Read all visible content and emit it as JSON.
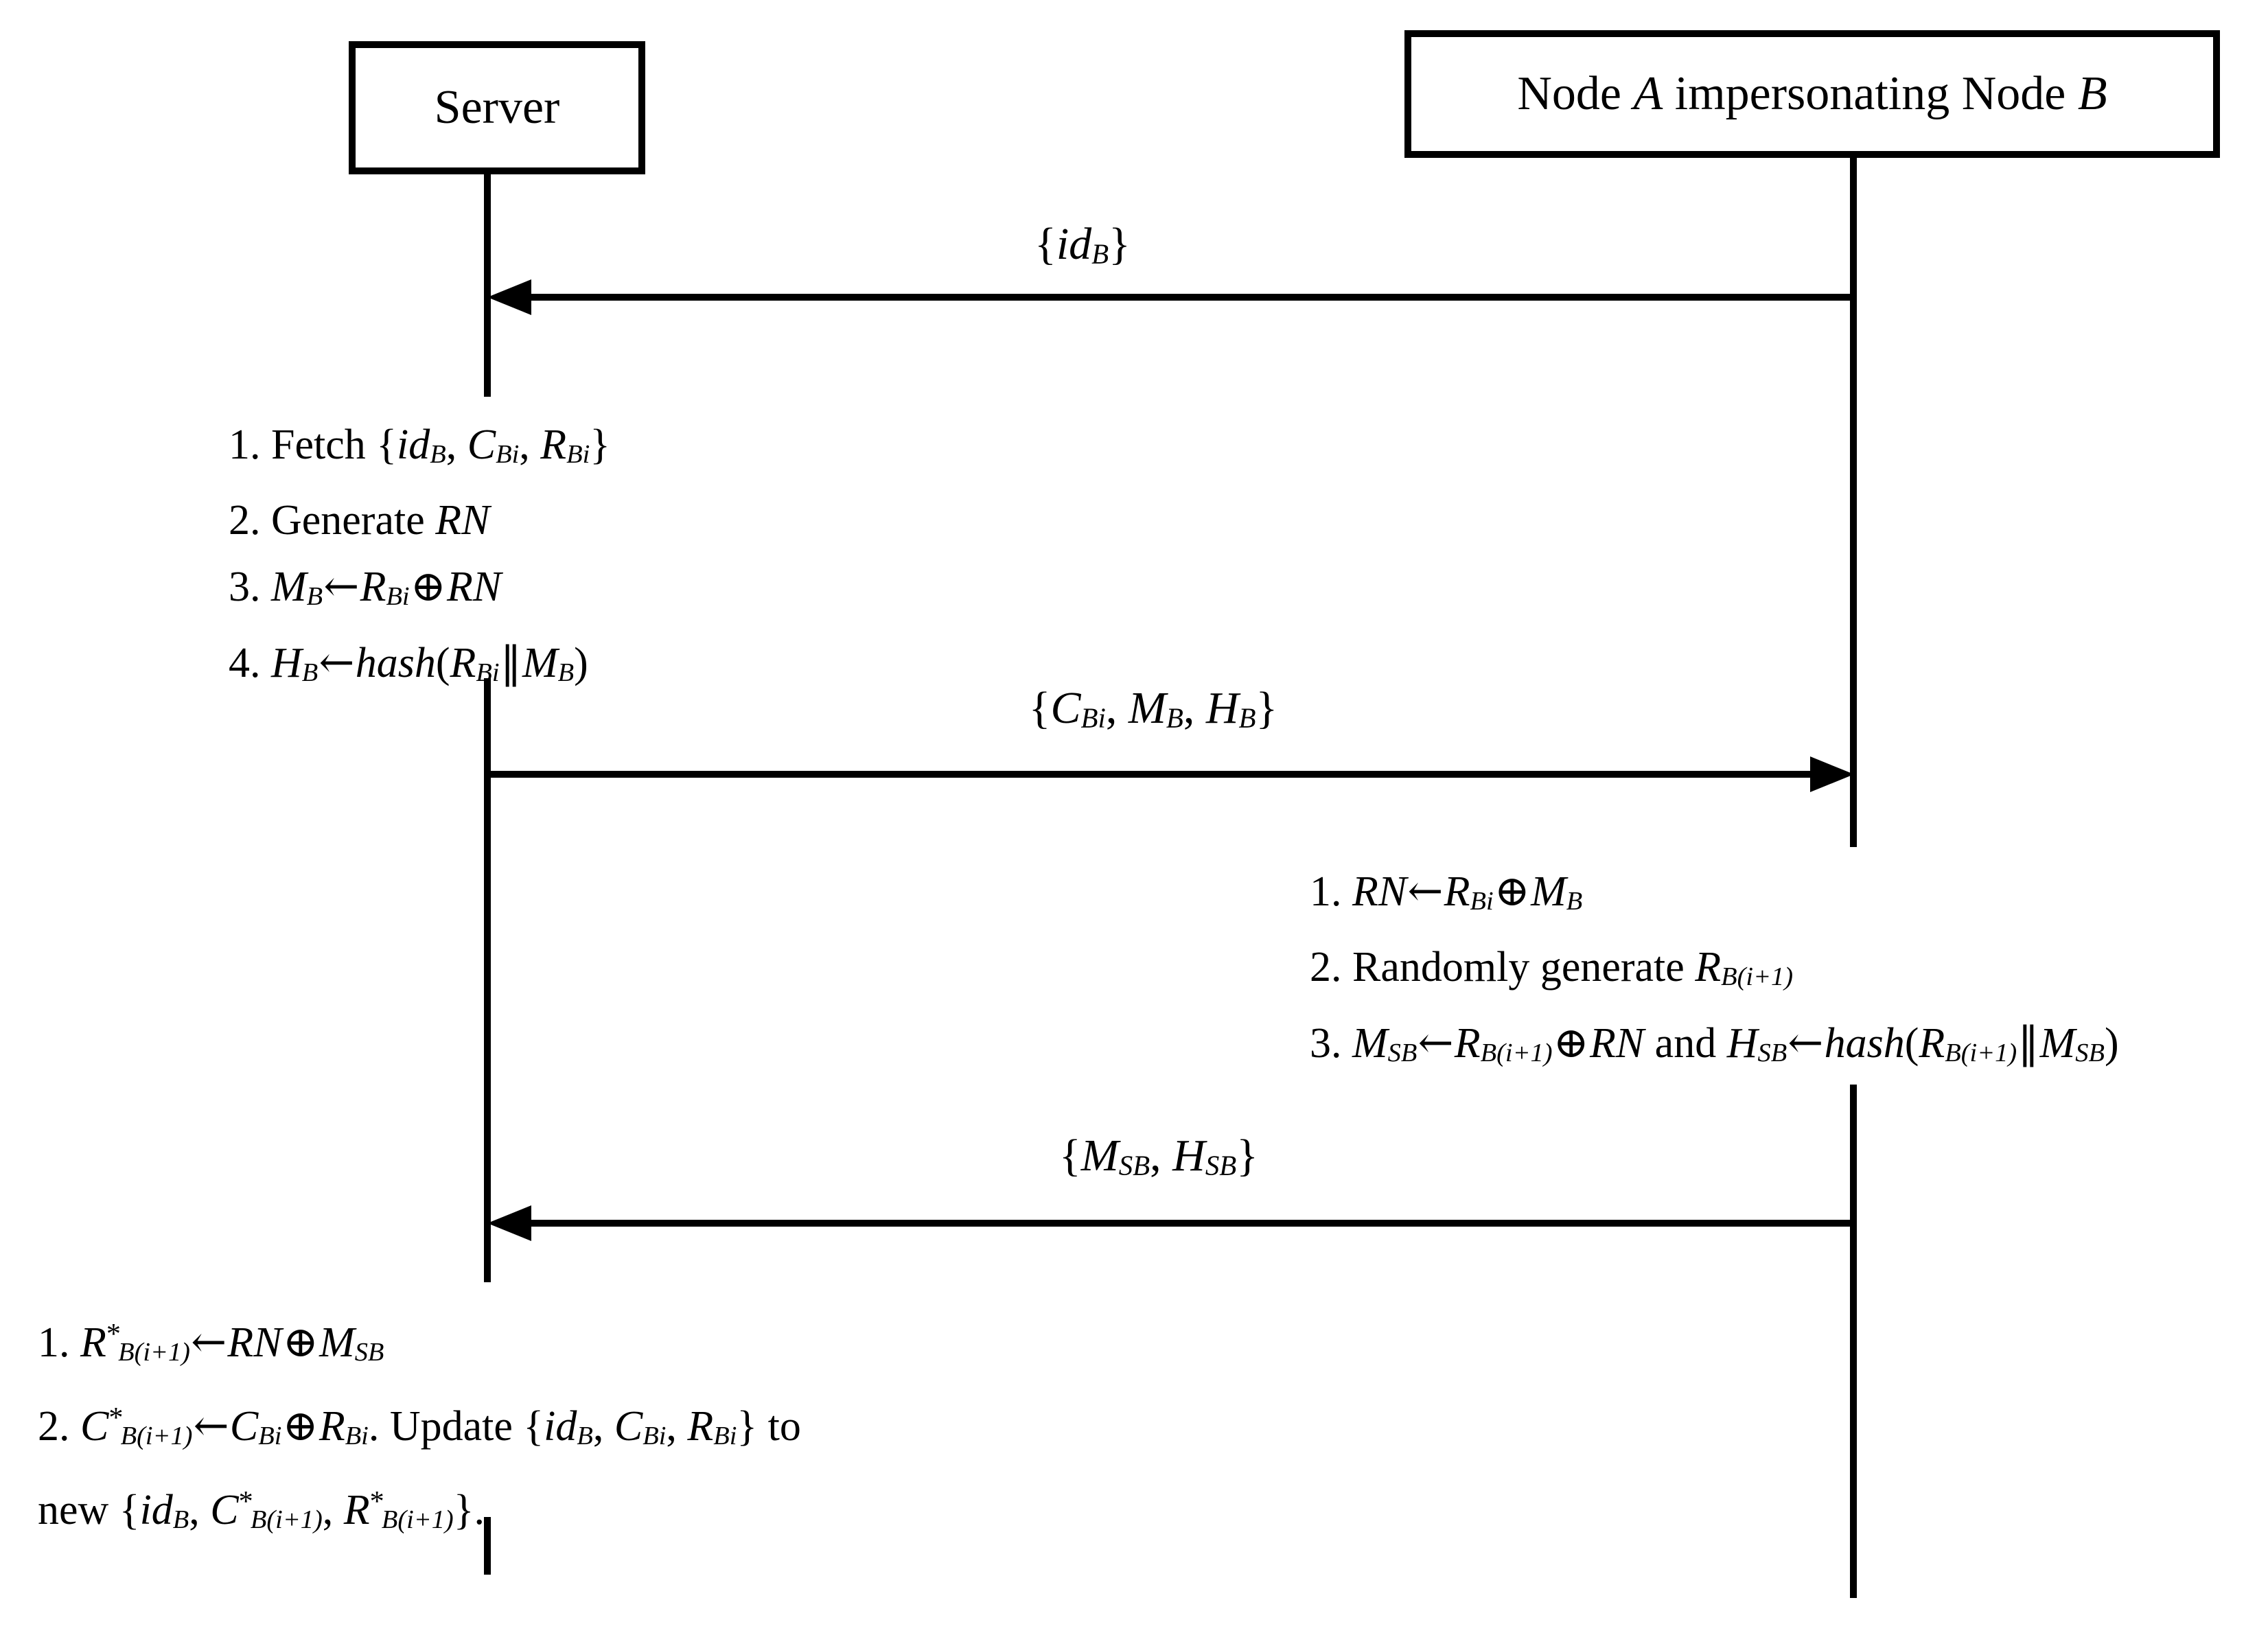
{
  "colors": {
    "ink": "#000000",
    "background": "#ffffff"
  },
  "actors": {
    "server": {
      "label": "Server"
    },
    "node": {
      "label_tokens": [
        {
          "t": "Node ",
          "s": "n"
        },
        {
          "t": "A",
          "s": "i"
        },
        {
          "t": " impersonating Node ",
          "s": "n"
        },
        {
          "t": "B",
          "s": "i"
        }
      ]
    }
  },
  "messages": [
    {
      "name": "id-message",
      "direction": "node-to-server",
      "label_tokens": [
        {
          "t": "{",
          "s": "n"
        },
        {
          "t": "id",
          "s": "i"
        },
        {
          "t": "B",
          "s": "sub"
        },
        {
          "t": "}",
          "s": "n"
        }
      ]
    },
    {
      "name": "challenge-message",
      "direction": "server-to-node",
      "label_tokens": [
        {
          "t": "{",
          "s": "n"
        },
        {
          "t": "C",
          "s": "i"
        },
        {
          "t": "Bi",
          "s": "sub"
        },
        {
          "t": ", ",
          "s": "n"
        },
        {
          "t": "M",
          "s": "i"
        },
        {
          "t": "B",
          "s": "sub"
        },
        {
          "t": ", ",
          "s": "n"
        },
        {
          "t": "H",
          "s": "i"
        },
        {
          "t": "B",
          "s": "sub"
        },
        {
          "t": "}",
          "s": "n"
        }
      ]
    },
    {
      "name": "response-message",
      "direction": "node-to-server",
      "label_tokens": [
        {
          "t": "{",
          "s": "n"
        },
        {
          "t": "M",
          "s": "i"
        },
        {
          "t": "SB",
          "s": "sub"
        },
        {
          "t": ", ",
          "s": "n"
        },
        {
          "t": "H",
          "s": "i"
        },
        {
          "t": "SB",
          "s": "sub"
        },
        {
          "t": "}",
          "s": "n"
        }
      ]
    }
  ],
  "server_steps": {
    "lines": [
      [
        {
          "t": "1. Fetch {",
          "s": "n"
        },
        {
          "t": "id",
          "s": "i"
        },
        {
          "t": "B",
          "s": "sub"
        },
        {
          "t": ", ",
          "s": "n"
        },
        {
          "t": "C",
          "s": "i"
        },
        {
          "t": "Bi",
          "s": "sub"
        },
        {
          "t": ", ",
          "s": "n"
        },
        {
          "t": "R",
          "s": "i"
        },
        {
          "t": "Bi",
          "s": "sub"
        },
        {
          "t": "}",
          "s": "n"
        }
      ],
      [
        {
          "t": "2. Generate ",
          "s": "n"
        },
        {
          "t": "RN",
          "s": "i"
        }
      ],
      [
        {
          "t": "3. ",
          "s": "n"
        },
        {
          "t": "M",
          "s": "i"
        },
        {
          "t": "B",
          "s": "sub"
        },
        {
          "t": "←",
          "s": "sym"
        },
        {
          "t": "R",
          "s": "i"
        },
        {
          "t": "Bi",
          "s": "sub"
        },
        {
          "t": "⊕",
          "s": "sym"
        },
        {
          "t": "RN",
          "s": "i"
        }
      ],
      [
        {
          "t": "4. ",
          "s": "n"
        },
        {
          "t": "H",
          "s": "i"
        },
        {
          "t": "B",
          "s": "sub"
        },
        {
          "t": "←",
          "s": "sym"
        },
        {
          "t": "hash",
          "s": "i"
        },
        {
          "t": "(",
          "s": "n"
        },
        {
          "t": "R",
          "s": "i"
        },
        {
          "t": "Bi",
          "s": "sub"
        },
        {
          "t": "‖",
          "s": "sym"
        },
        {
          "t": "M",
          "s": "i"
        },
        {
          "t": "B",
          "s": "sub"
        },
        {
          "t": ")",
          "s": "n"
        }
      ]
    ]
  },
  "node_steps": {
    "lines": [
      [
        {
          "t": "1. ",
          "s": "n"
        },
        {
          "t": "RN",
          "s": "i"
        },
        {
          "t": "←",
          "s": "sym"
        },
        {
          "t": "R",
          "s": "i"
        },
        {
          "t": "Bi",
          "s": "sub"
        },
        {
          "t": "⊕",
          "s": "sym"
        },
        {
          "t": "M",
          "s": "i"
        },
        {
          "t": "B",
          "s": "sub"
        }
      ],
      [
        {
          "t": "2. Randomly generate ",
          "s": "n"
        },
        {
          "t": "R",
          "s": "i"
        },
        {
          "t": "B(i+1)",
          "s": "sub"
        }
      ],
      [
        {
          "t": "3. ",
          "s": "n"
        },
        {
          "t": "M",
          "s": "i"
        },
        {
          "t": "SB",
          "s": "sub"
        },
        {
          "t": "←",
          "s": "sym"
        },
        {
          "t": "R",
          "s": "i"
        },
        {
          "t": "B(i+1)",
          "s": "sub"
        },
        {
          "t": "⊕",
          "s": "sym"
        },
        {
          "t": "RN",
          "s": "i"
        },
        {
          "t": " and ",
          "s": "n"
        },
        {
          "t": "H",
          "s": "i"
        },
        {
          "t": "SB",
          "s": "sub"
        },
        {
          "t": "←",
          "s": "sym"
        },
        {
          "t": "hash",
          "s": "i"
        },
        {
          "t": "(",
          "s": "n"
        },
        {
          "t": "R",
          "s": "i"
        },
        {
          "t": "B(i+1)",
          "s": "sub"
        },
        {
          "t": "‖",
          "s": "sym"
        },
        {
          "t": "M",
          "s": "i"
        },
        {
          "t": "SB",
          "s": "sub"
        },
        {
          "t": ")",
          "s": "n"
        }
      ]
    ]
  },
  "update_steps": {
    "lines": [
      [
        {
          "t": "1. ",
          "s": "n"
        },
        {
          "t": "R",
          "s": "i"
        },
        {
          "t": "*",
          "s": "sup"
        },
        {
          "t": "B(i+1)",
          "s": "sub"
        },
        {
          "t": "←",
          "s": "sym"
        },
        {
          "t": "RN",
          "s": "i"
        },
        {
          "t": "⊕",
          "s": "sym"
        },
        {
          "t": "M",
          "s": "i"
        },
        {
          "t": "SB",
          "s": "sub"
        }
      ],
      [
        {
          "t": "2. ",
          "s": "n"
        },
        {
          "t": "C",
          "s": "i"
        },
        {
          "t": "*",
          "s": "sup"
        },
        {
          "t": "B(i+1)",
          "s": "sub"
        },
        {
          "t": "←",
          "s": "sym"
        },
        {
          "t": "C",
          "s": "i"
        },
        {
          "t": "Bi",
          "s": "sub"
        },
        {
          "t": "⊕",
          "s": "sym"
        },
        {
          "t": "R",
          "s": "i"
        },
        {
          "t": "Bi",
          "s": "sub"
        },
        {
          "t": ". Update {",
          "s": "n"
        },
        {
          "t": "id",
          "s": "i"
        },
        {
          "t": "B",
          "s": "sub"
        },
        {
          "t": ", ",
          "s": "n"
        },
        {
          "t": "C",
          "s": "i"
        },
        {
          "t": "Bi",
          "s": "sub"
        },
        {
          "t": ", ",
          "s": "n"
        },
        {
          "t": "R",
          "s": "i"
        },
        {
          "t": "Bi",
          "s": "sub"
        },
        {
          "t": "} to",
          "s": "n"
        }
      ],
      [
        {
          "t": "new {",
          "s": "n"
        },
        {
          "t": "id",
          "s": "i"
        },
        {
          "t": "B",
          "s": "sub"
        },
        {
          "t": ", ",
          "s": "n"
        },
        {
          "t": "C",
          "s": "i"
        },
        {
          "t": "*",
          "s": "sup"
        },
        {
          "t": "B(i+1)",
          "s": "sub"
        },
        {
          "t": ", ",
          "s": "n"
        },
        {
          "t": "R",
          "s": "i"
        },
        {
          "t": "*",
          "s": "sup"
        },
        {
          "t": "B(i+1)",
          "s": "sub"
        },
        {
          "t": "}.",
          "s": "n"
        }
      ]
    ]
  }
}
